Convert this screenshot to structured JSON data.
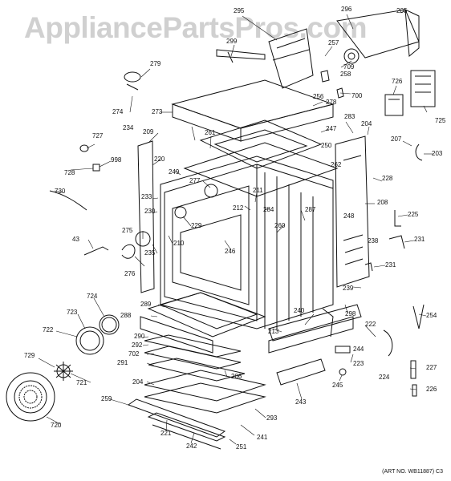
{
  "watermark": "AppliancePartsPros.com",
  "footer": "(ART NO. WB11887) C3",
  "labels": {
    "l295": "295",
    "l296": "296",
    "l205": "205",
    "l299": "299",
    "l257": "257",
    "l709": "709",
    "l258": "258",
    "l279": "279",
    "l700": "700",
    "l726": "726",
    "l256": "256",
    "l278": "278",
    "l274": "274",
    "l273": "273",
    "l283": "283",
    "l204a": "204",
    "l725": "725",
    "l247": "247",
    "l234": "234",
    "l209": "209",
    "l261": "261",
    "l727": "727",
    "l250": "250",
    "l207": "207",
    "l203": "203",
    "l262": "262",
    "l220": "220",
    "l998": "998",
    "l728": "728",
    "l249": "249",
    "l277": "277",
    "l228": "228",
    "l730": "730",
    "l211": "211",
    "l208": "208",
    "l233": "233",
    "l212": "212",
    "l284": "284",
    "l287": "287",
    "l225": "225",
    "l230": "230",
    "l229": "229",
    "l248": "248",
    "l238": "238",
    "l275": "275",
    "l260": "260",
    "l231a": "231",
    "l43": "43",
    "l210": "210",
    "l246": "246",
    "l235": "235",
    "l231b": "231",
    "l276": "276",
    "l239": "239",
    "l724": "724",
    "l288": "288",
    "l289": "289",
    "l240": "240",
    "l298": "298",
    "l723": "723",
    "l254": "254",
    "l722": "722",
    "l290": "290",
    "l213": "213",
    "l222": "222",
    "l292": "292",
    "l244": "244",
    "l729": "729",
    "l702": "702",
    "l223": "223",
    "l291": "291",
    "l224": "224",
    "l227": "227",
    "l206": "206",
    "l721": "721",
    "l204b": "204",
    "l245": "245",
    "l243": "243",
    "l226": "226",
    "l259": "259",
    "l720": "720",
    "l293": "293",
    "l221": "221",
    "l242": "242",
    "l241": "241",
    "l251": "251"
  }
}
